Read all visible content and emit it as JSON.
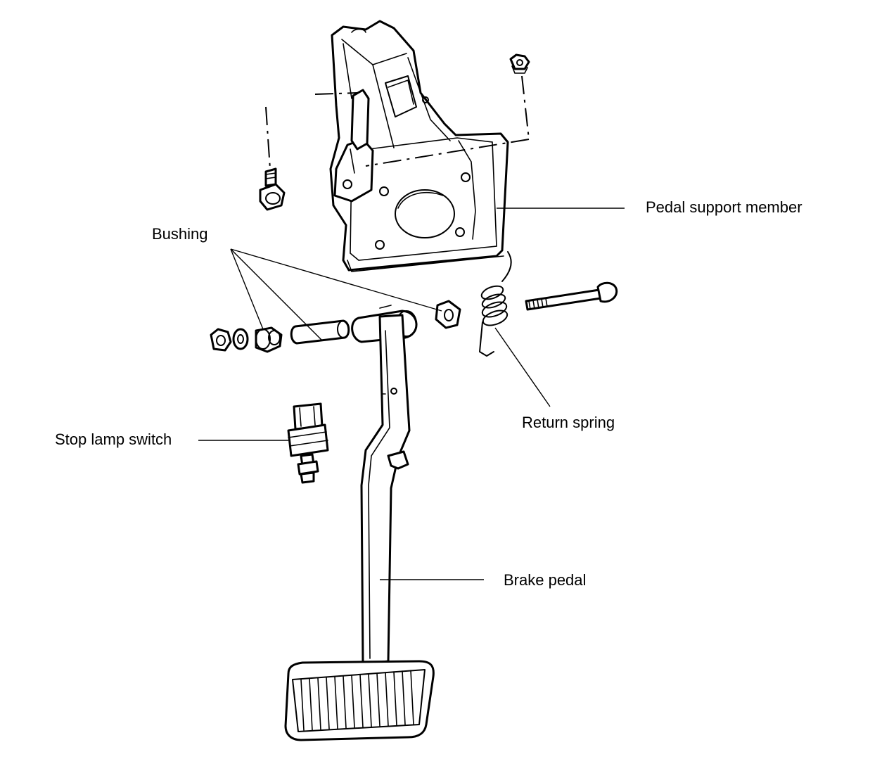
{
  "labels": {
    "pedal_support_member": "Pedal support member",
    "bushing": "Bushing",
    "return_spring": "Return spring",
    "stop_lamp_switch": "Stop lamp switch",
    "brake_pedal": "Brake pedal"
  },
  "colors": {
    "line": "#000000",
    "background": "#ffffff"
  }
}
